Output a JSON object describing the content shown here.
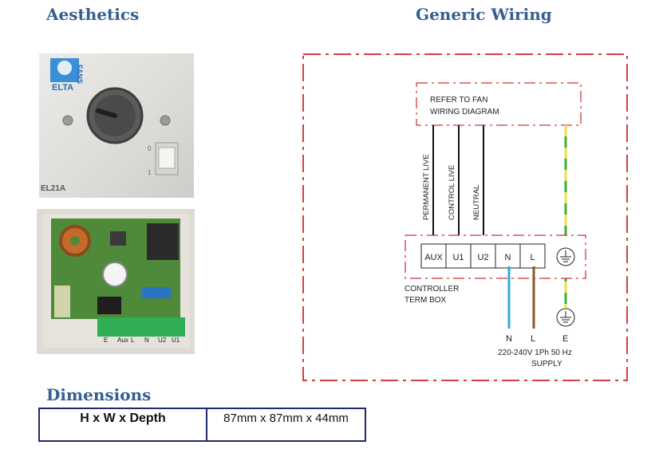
{
  "headings": {
    "aesthetics": "Aesthetics",
    "wiring": "Generic Wiring",
    "dimensions": "Dimensions"
  },
  "front_photo": {
    "brand": "ELTA",
    "brand_side": "FANS",
    "model": "EL21A",
    "switch_on": "0",
    "switch_off": "1"
  },
  "pcb_photo": {
    "terminal_labels": [
      "E",
      "Aux",
      "L",
      "N",
      "U2",
      "U1"
    ]
  },
  "wiring": {
    "note_line1": "REFER TO FAN",
    "note_line2": "WIRING DIAGRAM",
    "wire_labels": [
      "PERMANENT LIVE",
      "CONTROL LIVE",
      "NEUTRAL"
    ],
    "terminals": [
      "AUX",
      "U1",
      "U2",
      "N",
      "L"
    ],
    "box_label_line1": "CONTROLLER",
    "box_label_line2": "TERM BOX",
    "supply_labels": [
      "N",
      "L",
      "E"
    ],
    "supply_line1": "220-240V 1Ph 50 Hz",
    "supply_line2": "SUPPLY",
    "colors": {
      "border": "#c00000",
      "blue": "#35a7e0",
      "brown": "#8b5a2b",
      "green": "#3fae3f",
      "yellow": "#f0e040"
    }
  },
  "dimensions": {
    "label": "H x W x Depth",
    "value": "87mm x 87mm x 44mm"
  }
}
